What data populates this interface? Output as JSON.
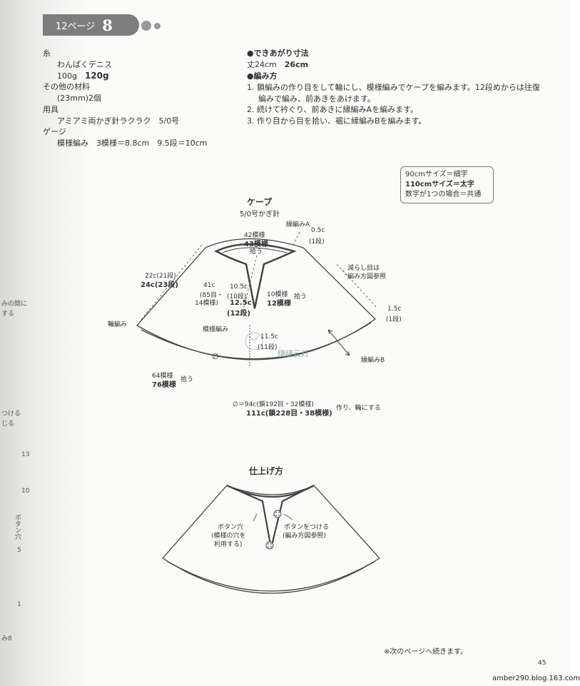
{
  "header": {
    "page_ref": "12ページ",
    "item_number": "8"
  },
  "materials": {
    "yarn_label": "糸",
    "yarn": "わんぱくデニス",
    "amount": "100g",
    "amount_large": "120g",
    "other_materials_label": "その他の材料",
    "button": "(23mm)2個",
    "needle_label": "用具",
    "needle": "アミアミ両かぎ針ラクラク　5/0号",
    "gauge_label": "ゲージ",
    "gauge": "模様編み　3模様＝8.8cm　9.5段＝10cm"
  },
  "spec": {
    "size_head": "●できあがり寸法",
    "size": "丈24cm",
    "size_large": "26cm",
    "method_head": "●編み方",
    "steps": [
      "1. 鎖編みの作り目をして輪にし、模様編みでケープを編みます。12段めからは往復",
      "編みで編み、前あきをあけます。",
      "2. 続けて衿ぐり、前あきに縁編みAを編みます。",
      "3. 作り目から目を拾い、裾に縁編みBを編みます。"
    ]
  },
  "legend": {
    "line1": "90cmサイズ＝細字",
    "line2": "110cmサイズ＝太字",
    "line3": "数字が1つの場合＝共通"
  },
  "diagram1": {
    "title": "ケープ",
    "hook": "5/0号かぎ針",
    "edge_a": "縁編みA",
    "neck_st": "42模様",
    "neck_st_large": "43模様",
    "pick": "拾う",
    "top_c": "0.5c",
    "top_rows": "(1段)",
    "decrease1": "減らし目は",
    "decrease2": "編み方図参照",
    "side_c": "22c(21段)",
    "side_c_large": "24c(23段)",
    "front1_c": "41c",
    "front1_rows": "(85目・",
    "front1_pat": "14模様)",
    "front2_c": "10.5c",
    "front2_rows": "(10段)",
    "front2_c_large": "12.5c",
    "front2_rows_large": "(12段)",
    "front3_pat": "10模様",
    "front3_pat_large": "12模様",
    "front3_pick": "拾う",
    "right_c": "1.5c",
    "right_rows": "(1段)",
    "ring": "輪編み",
    "pattern": "模様編み",
    "body_c": "11.5c",
    "body_rows": "(11段)",
    "edge_b": "縁編みB",
    "diameter": "∅",
    "hem_pat": "64模様",
    "hem_pat_large": "76模様",
    "hem_pick": "拾う",
    "chain1": "∅＝94c(鎖192目・32模様)",
    "chain_large": "111c(鎖228目・38模様)",
    "chain_note": "作り、輪にする",
    "watermark": "绕绕云灯"
  },
  "diagram2": {
    "title": "仕上げ方",
    "hole1": "ボタン穴",
    "hole2": "(模様の穴を",
    "hole3": "利用する)",
    "btn1": "ボタンをつける",
    "btn2": "(編み方図参照)"
  },
  "margin": {
    "m1": "みの間に",
    "m2": "する",
    "m3": "つける",
    "m4": "じる",
    "m5": "13",
    "m6": "10",
    "m7": "ボタン穴",
    "m8": "5",
    "m9": "1",
    "m10": "み8"
  },
  "footer": {
    "note": "※次のページへ続きます。",
    "page_number": "45",
    "url": "amber290.blog.163.com"
  }
}
